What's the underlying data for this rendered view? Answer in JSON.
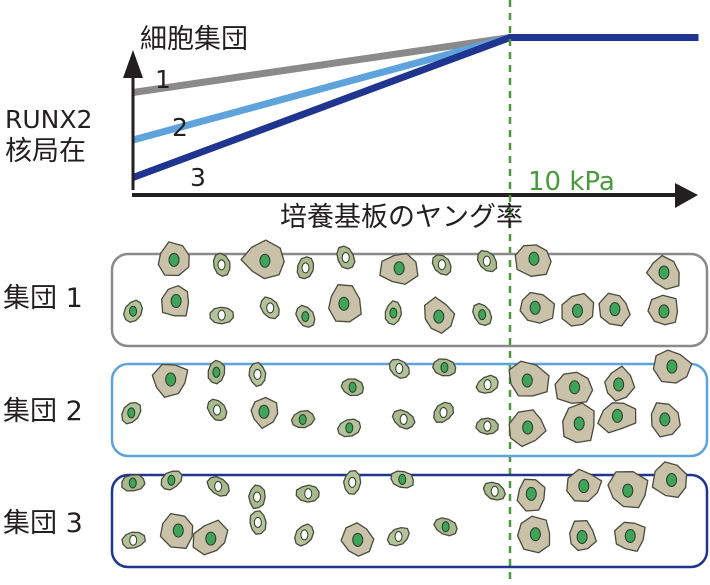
{
  "graph": {
    "group_label": "細胞集団",
    "y_label_line1": "RUNX2",
    "y_label_line2": "核局在",
    "x_label": "培養基板のヤング率",
    "threshold_label": "10 kPa"
  },
  "chart_data": {
    "type": "line",
    "title": "",
    "xlabel": "培養基板のヤング率",
    "ylabel": "RUNX2 核局在",
    "threshold": {
      "x": 10,
      "label": "10 kPa",
      "color": "#4a9a3c"
    },
    "series": [
      {
        "name": "1",
        "color": "#8a8a8a",
        "x": [
          0,
          10,
          15
        ],
        "values": [
          0.74,
          1.18,
          1.18
        ]
      },
      {
        "name": "2",
        "color": "#5fa3dc",
        "x": [
          0,
          10,
          15
        ],
        "values": [
          0.36,
          1.18,
          1.18
        ]
      },
      {
        "name": "3",
        "color": "#1f3590",
        "x": [
          0,
          10,
          15
        ],
        "values": [
          0.06,
          1.18,
          1.18
        ]
      }
    ],
    "xlim": [
      0,
      15
    ],
    "ylim": [
      0,
      1.2
    ],
    "grid": false
  },
  "groups": [
    {
      "label": "集団 1",
      "color": "#8a8a8a"
    },
    {
      "label": "集団 2",
      "color": "#5fa3dc"
    },
    {
      "label": "集団 3",
      "color": "#1f3590"
    }
  ]
}
